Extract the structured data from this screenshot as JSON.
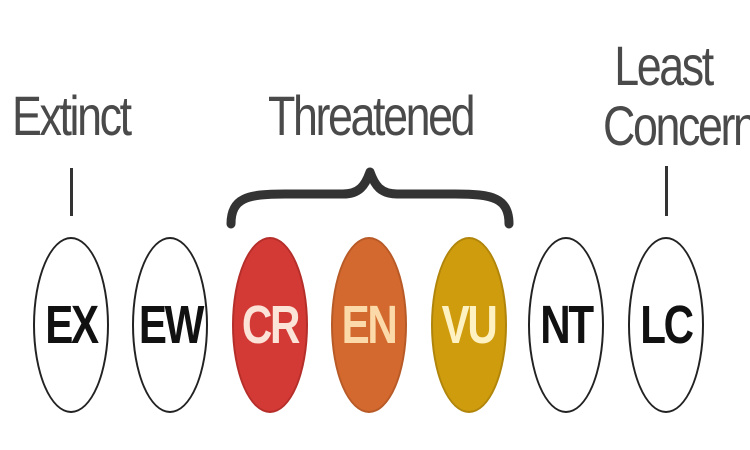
{
  "groups": {
    "extinct": "Extinct",
    "threatened": "Threatened",
    "least_concern_line1": "Least",
    "least_concern_line2": "Concern"
  },
  "statuses": [
    {
      "code": "EX",
      "color": "#ffffff",
      "text_color": "#111111"
    },
    {
      "code": "EW",
      "color": "#ffffff",
      "text_color": "#111111"
    },
    {
      "code": "CR",
      "color": "#d33a35",
      "text_color": "#fbe3d8"
    },
    {
      "code": "EN",
      "color": "#d3692e",
      "text_color": "#fbd9a8"
    },
    {
      "code": "VU",
      "color": "#cf9c0e",
      "text_color": "#fff2c2"
    },
    {
      "code": "NT",
      "color": "#ffffff",
      "text_color": "#111111"
    },
    {
      "code": "LC",
      "color": "#ffffff",
      "text_color": "#111111"
    }
  ]
}
